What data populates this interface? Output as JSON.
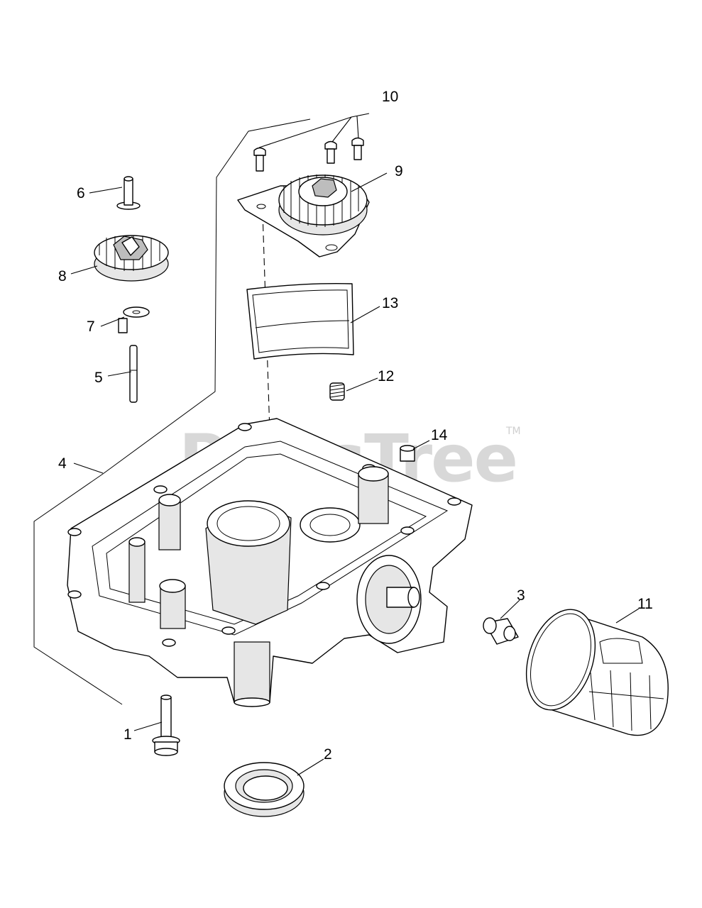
{
  "watermark": {
    "text": "PartsTree",
    "trademark": "TM"
  },
  "callouts": [
    "1",
    "2",
    "3",
    "4",
    "5",
    "6",
    "7",
    "8",
    "9",
    "10",
    "11",
    "12",
    "13",
    "14"
  ],
  "colors": {
    "line": "#000000",
    "background": "#ffffff",
    "watermark": "#d8d8d8"
  }
}
